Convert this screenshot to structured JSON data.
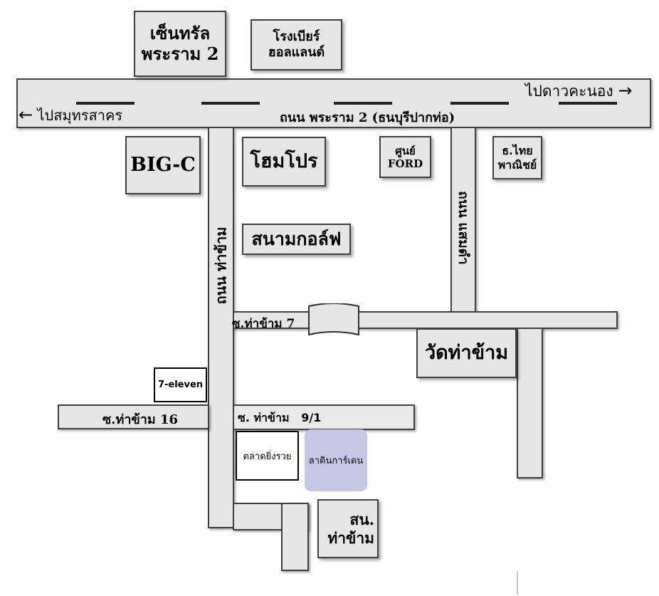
{
  "labels": {
    "central_line1": "เซ็นทรัล",
    "central_line2": "พระราม 2",
    "beer_line1": "โรงเบียร์",
    "beer_line2": "ฮอลแลนด์",
    "to_dao_khanong": "ไปดาวคะนอง",
    "arrow_right": "→",
    "arrow_left": "←",
    "to_samut_sakhon": "ไปสมุทรสาคร",
    "rama2_road": "ถนน พระราม 2 (ธนบุรีปากท่อ)",
    "big_c": "BIG-C",
    "home_pro": "โฮมโปร",
    "ford_line1": "ศูนย์",
    "ford_line2": "FORD",
    "bank_line1": "ธ.ไทย",
    "bank_line2": "พาณิชย์",
    "tha_kham_road": "ถนน ท่าข้าม",
    "golf": "สนามกอล์ฟ",
    "samae_dam_road": "ถนน แสมดำ",
    "soi_7": "ซ.ท่าข้าม 7",
    "wat_tha_kham": "วัดท่าข้าม",
    "seven_eleven": "7-eleven",
    "soi_16": "ซ.ท่าข้าม 16",
    "soi_9_1": "ซ. ท่าข้าม   9/1",
    "market": "ตลาดยิ่งรวย",
    "latin_garden": "ลาตินการ์เดน",
    "police_line1": "สน.",
    "police_line2": "ท่าข้าม"
  },
  "colors": {
    "road_fill": "#e6e6e6",
    "road_border": "#404040",
    "latin_garden": "#c8c6e6"
  }
}
